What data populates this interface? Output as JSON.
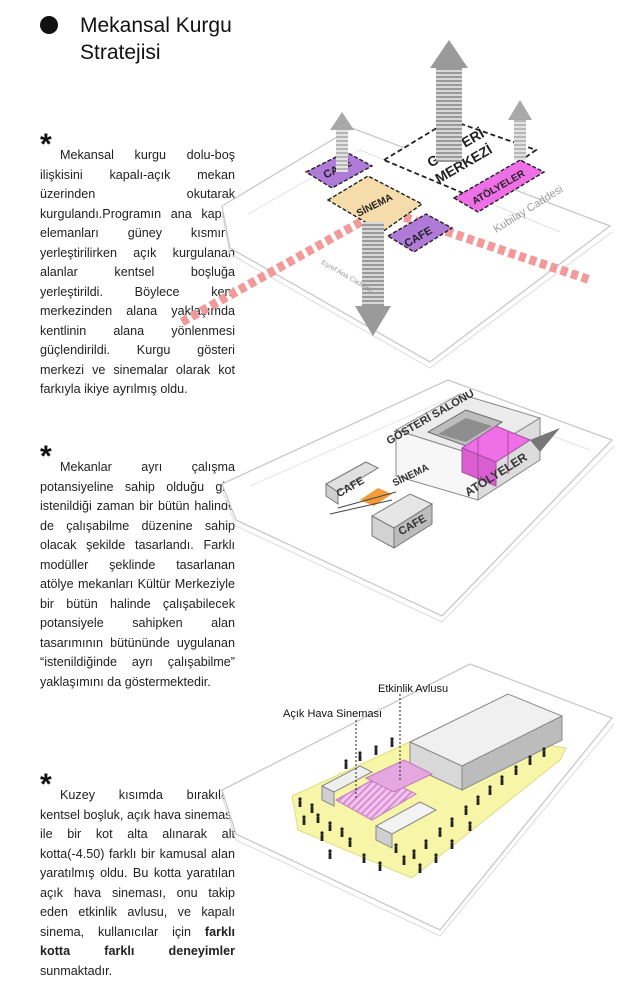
{
  "title": {
    "line1": "Mekansal Kurgu",
    "line2": "Stratejisi"
  },
  "bullets": {
    "mark": "*"
  },
  "paragraphs": {
    "p1": "Mekansal kurgu dolu-boş ilişkisini kapalı-açık mekan üzerinden okutarak kurgulandı.Programın ana kapalı elemanları güney kısmına yerleştirilirken açık kurgulanan alanlar kentsel boşluğa yerleştirildi. Böylece kent merkezinden alana yaklaşımda kentlinin alana yönlenmesi güçlendirildi. Kurgu gösteri merkezi ve sinemalar olarak kot farkıyla ikiye ayrılmış oldu.",
    "p2": "Mekanlar ayrı çalışma potansiyeline sahip olduğu gibi istenildiği zaman bir bütün halinde de çalışabilme düzenine sahip olacak şekilde tasarlandı. Farklı modüller şeklinde tasarlanan atölye mekanları Kültür Merkeziyle bir bütün halinde çalışabilecek potansiyele sahipken alan tasarımının bütününde uygulanan “istenildiğinde ayrı çalışabilme” yaklaşımını da göstermektedir.",
    "p3_part1": "Kuzey kısımda bırakılan kentsel boşluk, açık hava sineması ile bir kot alta alınarak alt kotta(-4.50) farklı bir kamusal alan yaratılmış oldu. Bu kotta yaratılan açık hava sineması, onu takip eden etkinlik avlusu, ve kapalı sinema, kullanıcılar için ",
    "p3_bold": "farklı kotta farklı deneyimler",
    "p3_part2": " sunmaktadır."
  },
  "diagram1": {
    "labels": {
      "cafe_top": "CAFE",
      "gosteri_line1": "GÖSTERİ",
      "gosteri_line2": "MERKEZİ",
      "sinema": "SİNEMA",
      "atolyeler": "ATÖLYELER",
      "cafe_bottom": "CAFE",
      "street_kubilay": "Kubilay Caddesi",
      "street_esref": "Eşref Ana Caddesi"
    }
  },
  "diagram2": {
    "labels": {
      "gosteri_salonu": "GÖSTERİ SALONU",
      "atolyeler": "ATÖLYELER",
      "cafe_left": "CAFE",
      "sinema": "SİNEMA",
      "cafe_bottom": "CAFE"
    }
  },
  "diagram3": {
    "labels": {
      "etkinlik_avlusu": "Etkinlik Avlusu",
      "acik_hava_sinemasi": "Açık Hava Sineması"
    }
  },
  "colors": {
    "cafe_purple": "#b07ad8",
    "sinema_beige": "#f5dcaa",
    "atolye_magenta": "#ee6fe6",
    "axis_red": "#f29a9a",
    "plaza_yellow": "#f6f5a8",
    "pit_pink": "#e6a6e0"
  }
}
